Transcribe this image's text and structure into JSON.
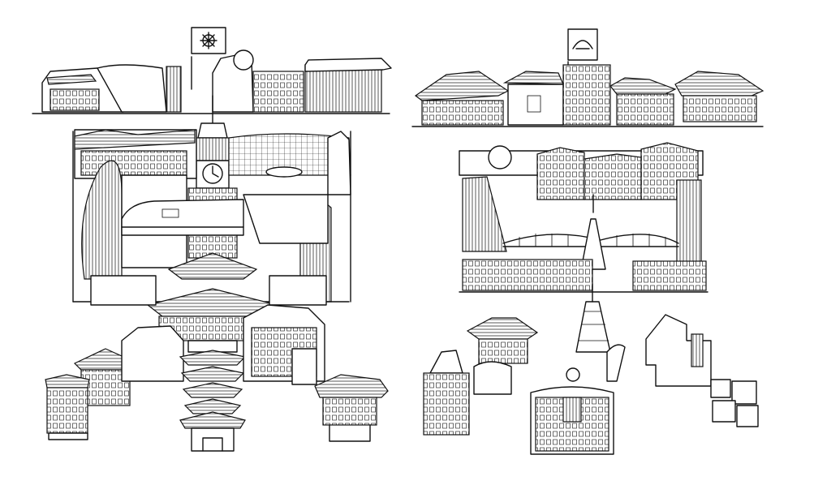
{
  "artwork": {
    "style": "black ink line drawing",
    "background_color": "#ffffff",
    "ink_color": "#111111"
  },
  "compositions": [
    {
      "name": "left-character-composition"
    },
    {
      "name": "right-character-composition"
    }
  ],
  "emblems": [
    {
      "name": "flag-emblem-left"
    },
    {
      "name": "flag-emblem-right"
    }
  ]
}
